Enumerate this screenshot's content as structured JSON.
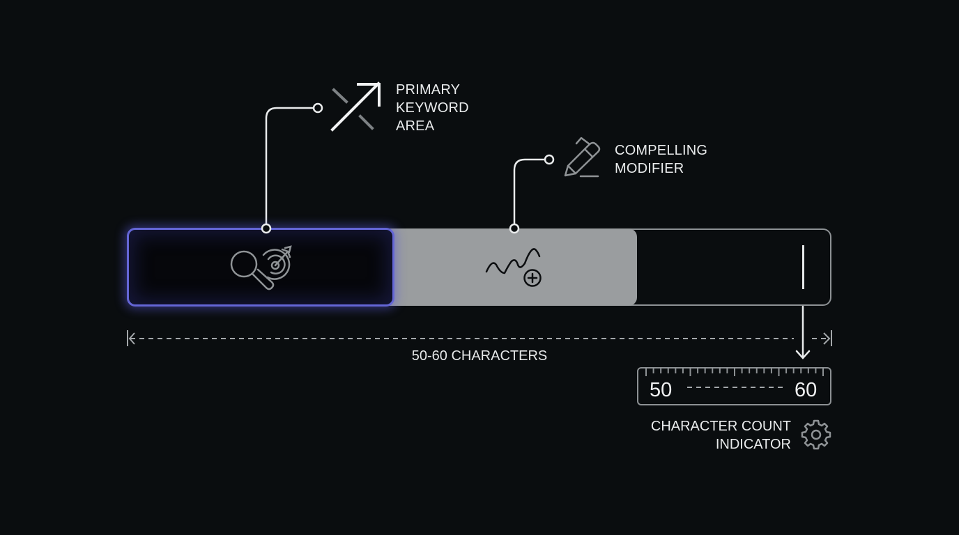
{
  "diagram": {
    "title_length_range": "50-60 CHARACTERS",
    "callouts": {
      "primary_keyword": {
        "lines": [
          "PRIMARY",
          "KEYWORD",
          "AREA"
        ],
        "icon": "arrow-up-right-icon"
      },
      "modifier": {
        "lines": [
          "COMPELLING",
          "MODIFIER"
        ],
        "icon": "pen-icon"
      },
      "counter": {
        "lines": [
          "CHARACTER COUNT",
          "INDICATOR"
        ],
        "icon": "gear-icon"
      }
    },
    "segments": [
      {
        "name": "primary-keyword-segment",
        "icon": "search-target-icon",
        "accent": "#6466d6"
      },
      {
        "name": "modifier-segment",
        "icon": "wave-plus-icon",
        "fill": "#9a9d9f"
      },
      {
        "name": "remaining-segment",
        "icon": "text-cursor-icon"
      }
    ],
    "ruler": {
      "min": "50",
      "max": "60"
    }
  }
}
